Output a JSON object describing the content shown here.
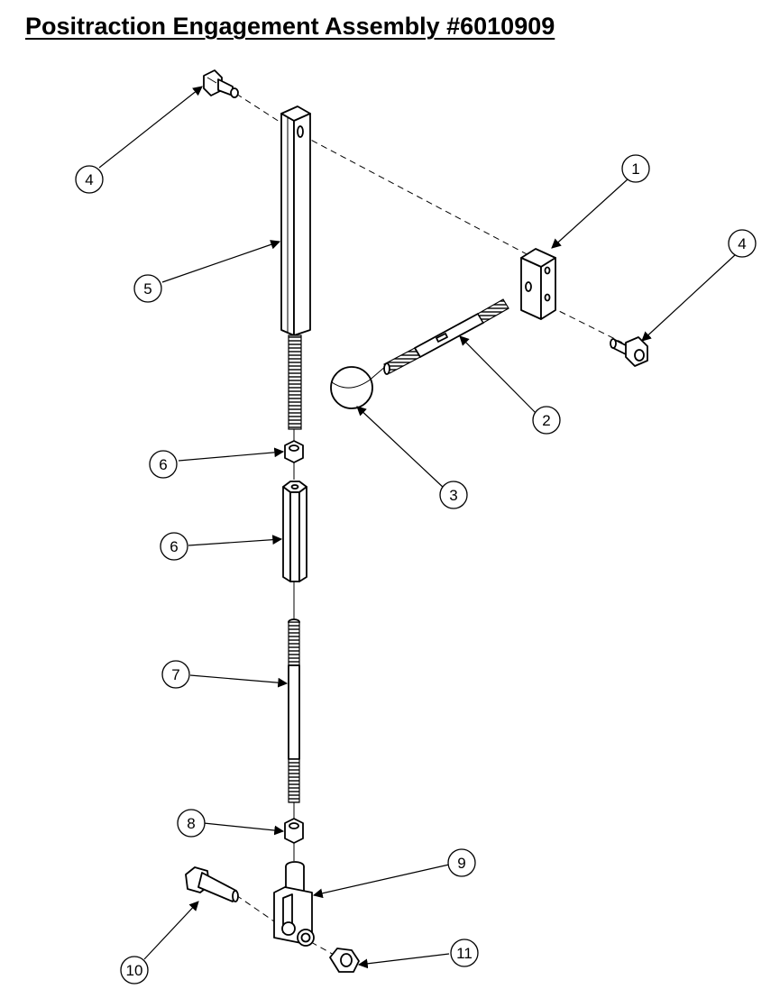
{
  "title": "Positraction Engagement Assembly #6010909",
  "callouts": [
    "1",
    "2",
    "3",
    "4",
    "4",
    "5",
    "6",
    "6",
    "7",
    "8",
    "9",
    "10",
    "11"
  ]
}
